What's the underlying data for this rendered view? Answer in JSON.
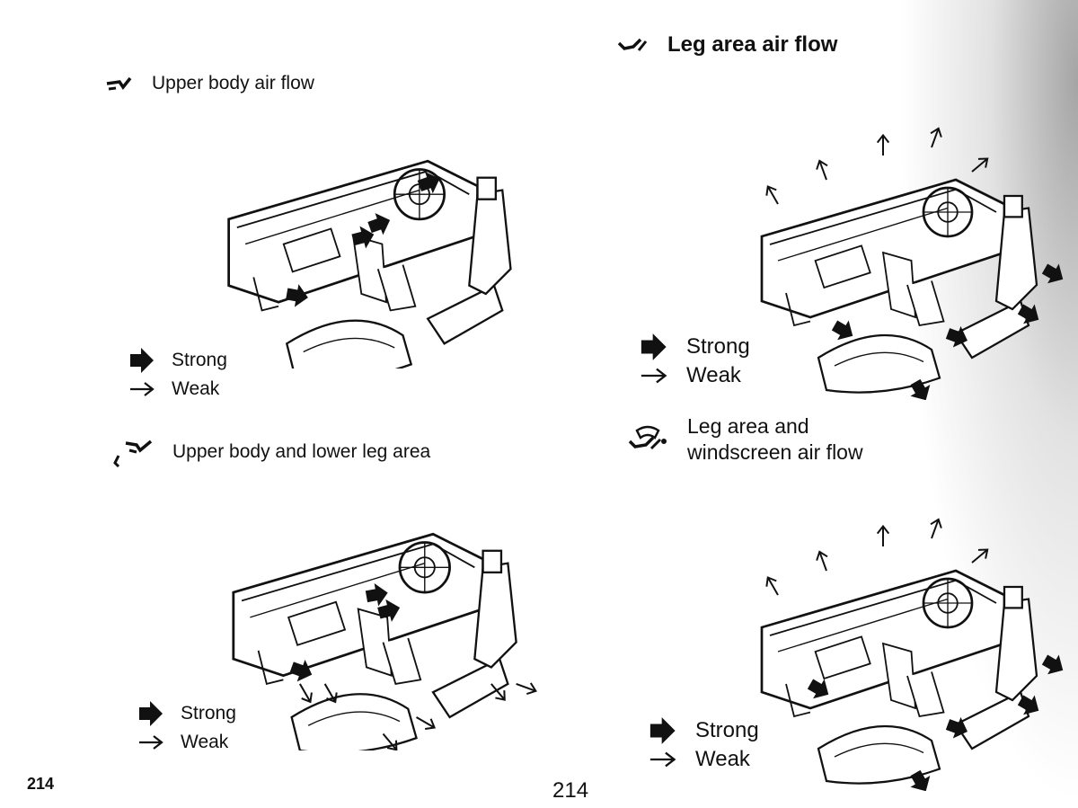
{
  "sections": {
    "upper_body": {
      "title": "Upper body air flow",
      "icon": "upper-body-airflow-icon"
    },
    "leg_area": {
      "title": "Leg area air flow",
      "icon": "leg-airflow-icon"
    },
    "upper_lower": {
      "title": "Upper body and lower leg area",
      "icon": "upper-and-leg-airflow-icon"
    },
    "leg_windscreen": {
      "title_line1": "Leg area and",
      "title_line2": "windscreen air flow",
      "icon": "leg-and-windscreen-airflow-icon"
    }
  },
  "legend": {
    "strong": "Strong",
    "weak": "Weak"
  },
  "page": {
    "left_number": "214",
    "center_number": "214"
  },
  "colors": {
    "ink": "#111111",
    "paper": "#ffffff"
  }
}
